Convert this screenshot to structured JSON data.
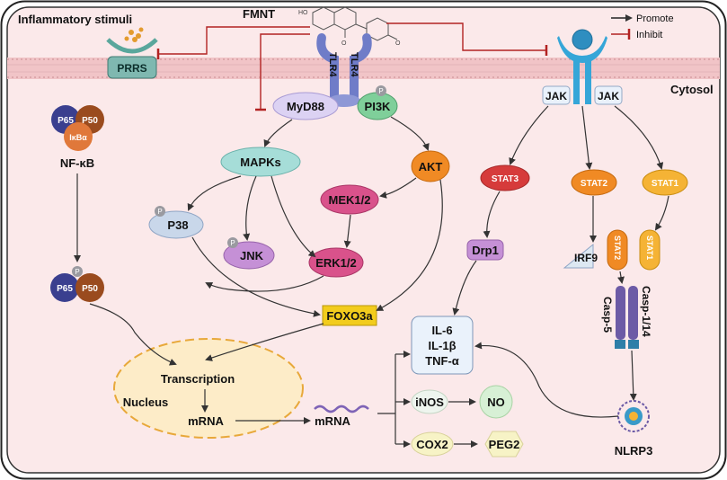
{
  "labels": {
    "inflammatory_stimuli": "Inflammatory stimuli",
    "fmnt": "FMNT",
    "prrs": "PRRS",
    "tlr4_left": "TLR4",
    "tlr4_right": "TLR4",
    "myd88": "MyD88",
    "pi3k": "PI3K",
    "cytosol": "Cytosol",
    "p65": "P65",
    "p50": "P50",
    "ikba": "IκBα",
    "nfkb": "NF-κB",
    "p65_b": "P65",
    "p50_b": "P50",
    "mapks": "MAPKs",
    "akt": "AKT",
    "mek12": "MEK1/2",
    "p38": "P38",
    "jnk": "JNK",
    "erk12": "ERK1/2",
    "foxo3a": "FOXO3a",
    "transcription": "Transcription",
    "nucleus": "Nucleus",
    "mrna_in": "mRNA",
    "mrna_out": "mRNA",
    "il6": "IL-6",
    "il1b": "IL-1β",
    "tnfa": "TNF-α",
    "inos": "iNOS",
    "no": "NO",
    "cox2": "COX2",
    "peg2": "PEG2",
    "jak_left": "JAK",
    "jak_right": "JAK",
    "stat3": "STAT3",
    "stat2": "STAT2",
    "stat1": "STAT1",
    "drp1": "Drp1",
    "irf9": "IRF9",
    "stat2_b": "STAT2",
    "stat1_b": "STAT1",
    "casp5": "Casp-5",
    "casp114": "Casp-1/14",
    "nlrp3": "NLRP3",
    "phospho": "P"
  },
  "legend": {
    "promote": "Promote",
    "inhibit": "Inhibit"
  },
  "colors": {
    "cell_fill": "#fbe9ea",
    "membrane": "#f1c4c7",
    "inhibit_line": "#b22222",
    "mapks": "#a6ddd8",
    "myd88": "#dcd2f3",
    "pi3k": "#7fcf9a",
    "akt": "#f08a24",
    "mek12": "#d9528b",
    "erk12": "#d9528b",
    "jnk": "#c590d6",
    "p38": "#c9d7ea",
    "foxo3a": "#f2cc1d",
    "stat3": "#d63b3b",
    "stat2": "#f08a24",
    "stat1": "#f5b335",
    "casp": "#6c5ba6",
    "nucleus": "#fdecc8",
    "p65": "#3a3f8f",
    "p50": "#9a4b1e",
    "ikba": "#e0783a",
    "no": "#d7f0d5",
    "peg2": "#f7f3c6",
    "jak": "#e9f1fb",
    "receptor": "#35a6d8",
    "prrs": "#7fb8b0"
  }
}
